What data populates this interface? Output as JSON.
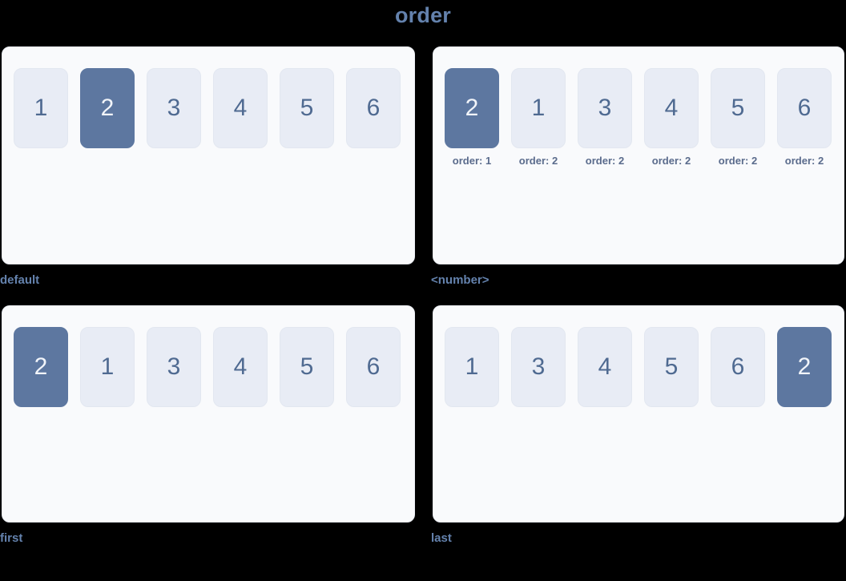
{
  "title": "order",
  "colors": {
    "background": "#000000",
    "panel": "#f9fafc",
    "item": "#e8ecf5",
    "item_text": "#4f6a91",
    "highlight": "#5d77a0",
    "highlight_text": "#f2f5fa",
    "caption": "#6482ad",
    "label": "#5a6b8c"
  },
  "panels": [
    {
      "caption": "default",
      "items": [
        {
          "value": "1",
          "highlight": false,
          "order_label": ""
        },
        {
          "value": "2",
          "highlight": true,
          "order_label": ""
        },
        {
          "value": "3",
          "highlight": false,
          "order_label": ""
        },
        {
          "value": "4",
          "highlight": false,
          "order_label": ""
        },
        {
          "value": "5",
          "highlight": false,
          "order_label": ""
        },
        {
          "value": "6",
          "highlight": false,
          "order_label": ""
        }
      ]
    },
    {
      "caption": "<number>",
      "items": [
        {
          "value": "2",
          "highlight": true,
          "order_label": "order: 1"
        },
        {
          "value": "1",
          "highlight": false,
          "order_label": "order: 2"
        },
        {
          "value": "3",
          "highlight": false,
          "order_label": "order: 2"
        },
        {
          "value": "4",
          "highlight": false,
          "order_label": "order: 2"
        },
        {
          "value": "5",
          "highlight": false,
          "order_label": "order: 2"
        },
        {
          "value": "6",
          "highlight": false,
          "order_label": "order: 2"
        }
      ]
    },
    {
      "caption": "first",
      "items": [
        {
          "value": "2",
          "highlight": true,
          "order_label": ""
        },
        {
          "value": "1",
          "highlight": false,
          "order_label": ""
        },
        {
          "value": "3",
          "highlight": false,
          "order_label": ""
        },
        {
          "value": "4",
          "highlight": false,
          "order_label": ""
        },
        {
          "value": "5",
          "highlight": false,
          "order_label": ""
        },
        {
          "value": "6",
          "highlight": false,
          "order_label": ""
        }
      ]
    },
    {
      "caption": "last",
      "items": [
        {
          "value": "1",
          "highlight": false,
          "order_label": ""
        },
        {
          "value": "3",
          "highlight": false,
          "order_label": ""
        },
        {
          "value": "4",
          "highlight": false,
          "order_label": ""
        },
        {
          "value": "5",
          "highlight": false,
          "order_label": ""
        },
        {
          "value": "6",
          "highlight": false,
          "order_label": ""
        },
        {
          "value": "2",
          "highlight": true,
          "order_label": ""
        }
      ]
    }
  ]
}
